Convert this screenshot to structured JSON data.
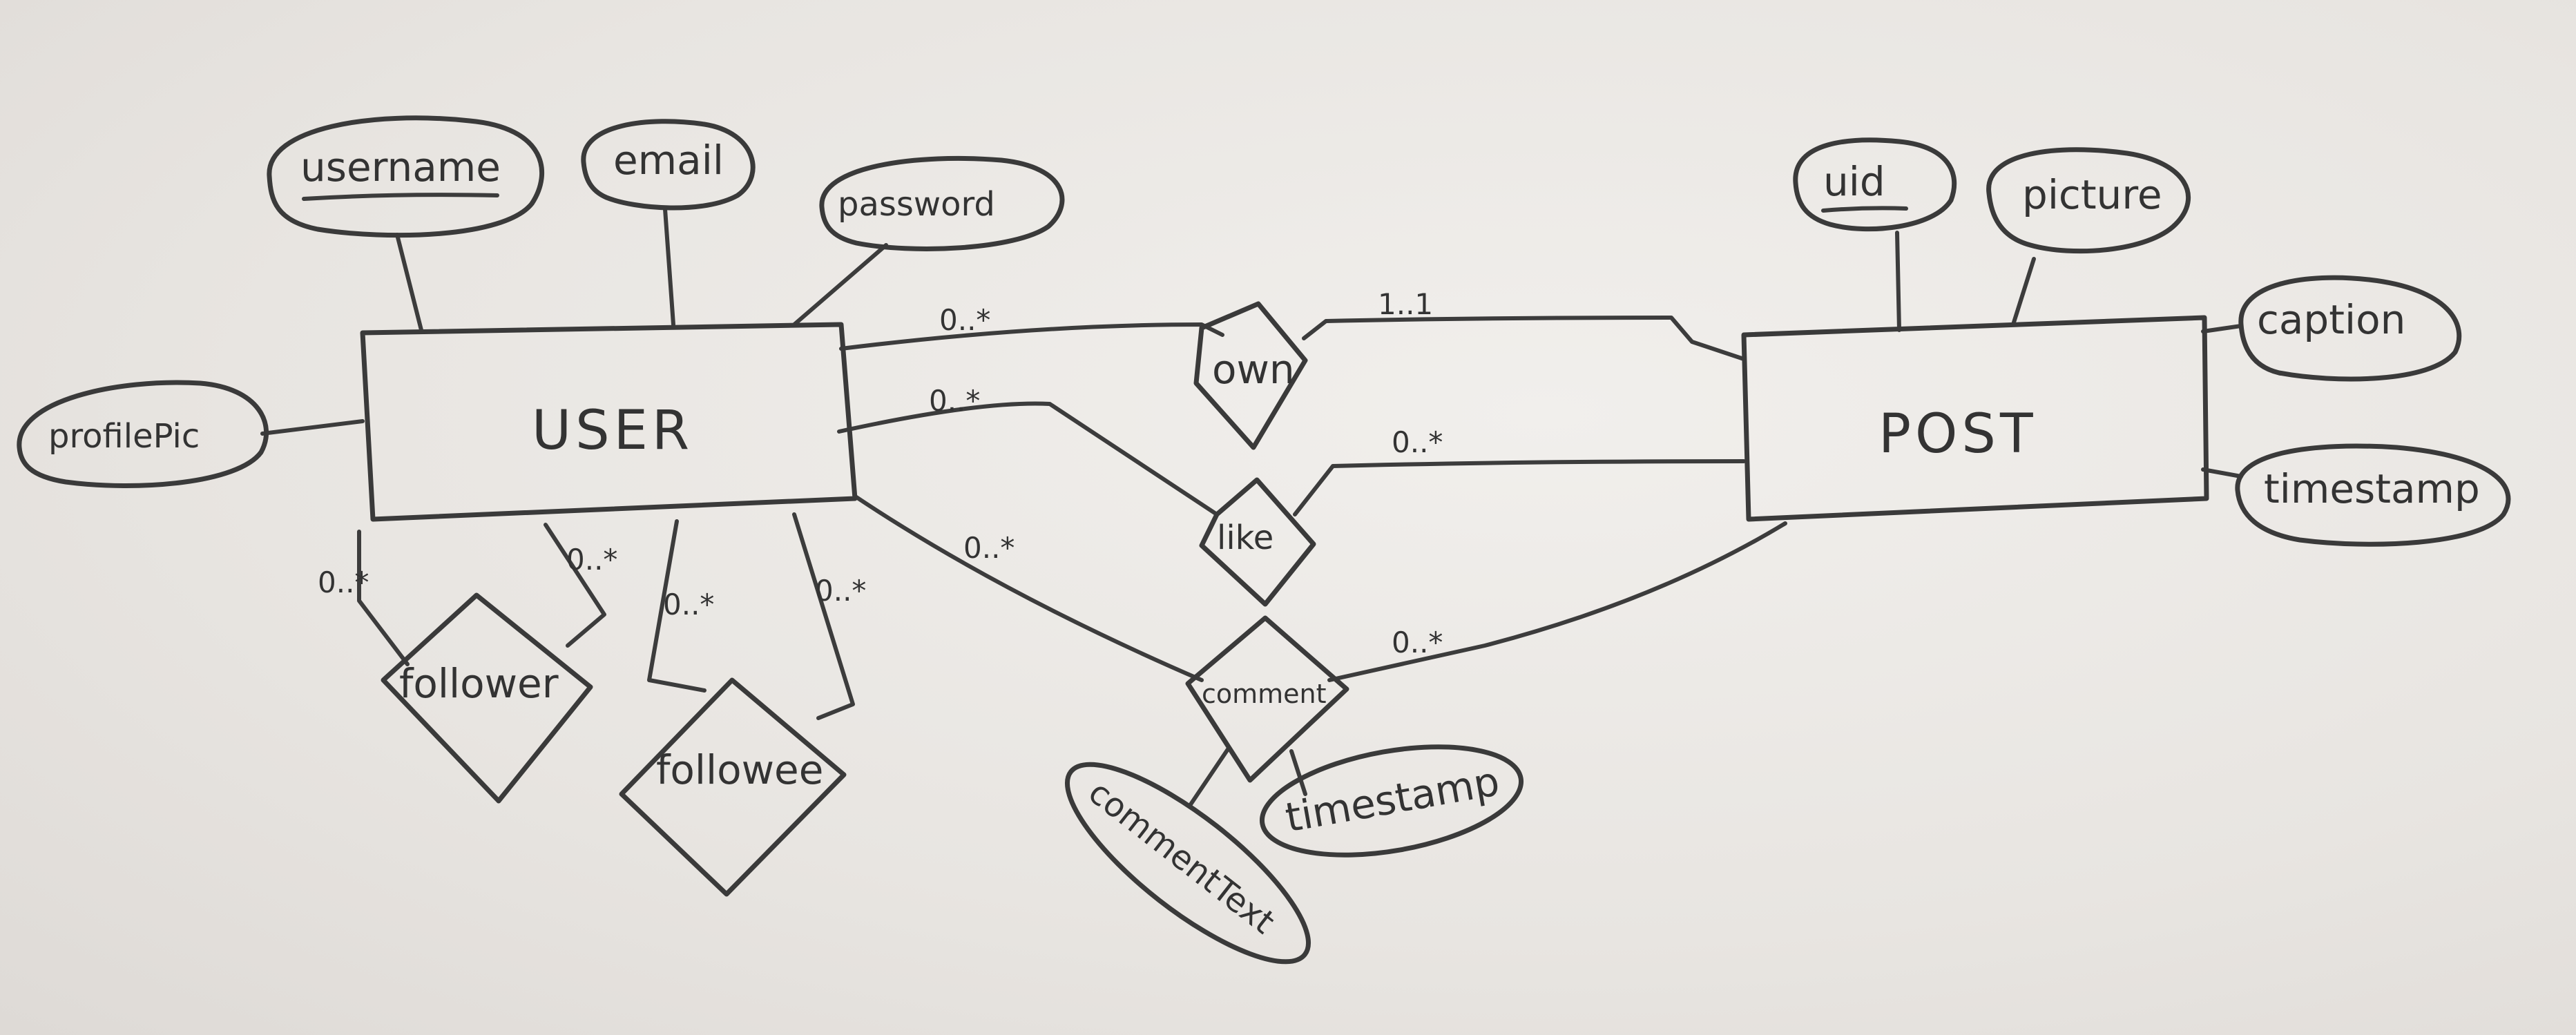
{
  "entities": {
    "user": "USER",
    "post": "POST"
  },
  "user_attributes": {
    "username": "username",
    "email": "email",
    "password": "password",
    "profilePic": "profilePic"
  },
  "post_attributes": {
    "uid": "uid",
    "picture": "picture",
    "caption": "caption",
    "timestamp": "timestamp"
  },
  "relationships": {
    "own": "own",
    "like": "like",
    "comment": "comment",
    "follower": "follower",
    "followee": "followee"
  },
  "comment_attributes": {
    "commentText": "commentText",
    "timestamp": "timestamp"
  },
  "cardinalities": {
    "own_user": "0..*",
    "own_post": "1..1",
    "like_user": "0..*",
    "like_post": "0..*",
    "comment_user": "0..*",
    "comment_post": "0..*",
    "follower_left": "0..*",
    "follower_right": "0..*",
    "followee_left": "0..*",
    "followee_right": "0..*"
  }
}
